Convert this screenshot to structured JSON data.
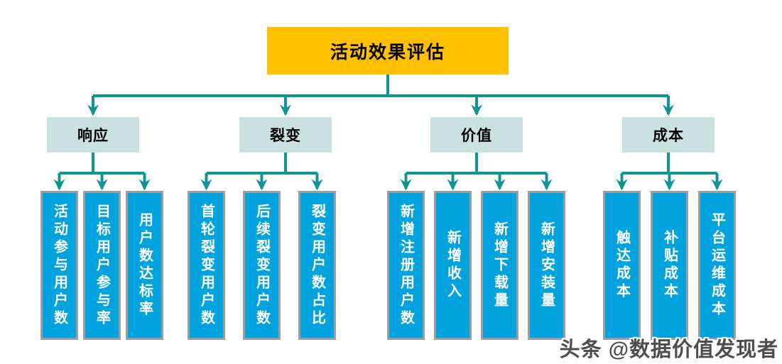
{
  "root": {
    "label": "活动效果评估"
  },
  "branches": [
    {
      "label": "响应",
      "children": [
        "活动参与用户数",
        "目标用户参与率",
        "用户数达标率"
      ]
    },
    {
      "label": "裂变",
      "children": [
        "首轮裂变用户数",
        "后续裂变用户数",
        "裂变用户数占比"
      ]
    },
    {
      "label": "价值",
      "children": [
        "新增注册用户数",
        "新增收入",
        "新增下载量",
        "新增安装量"
      ]
    },
    {
      "label": "成本",
      "children": [
        "触达成本",
        "补贴成本",
        "平台运维成本"
      ]
    }
  ],
  "watermark": "头条 @数据价值发现者",
  "colors": {
    "root_bg": "#FFC000",
    "branch_bg": "#C9E2DF",
    "leaf_bg": "#00A3DD",
    "leaf_border": "#9D9D9D",
    "connector": "#0F9692",
    "watermark_color": "#4D4D4D"
  }
}
